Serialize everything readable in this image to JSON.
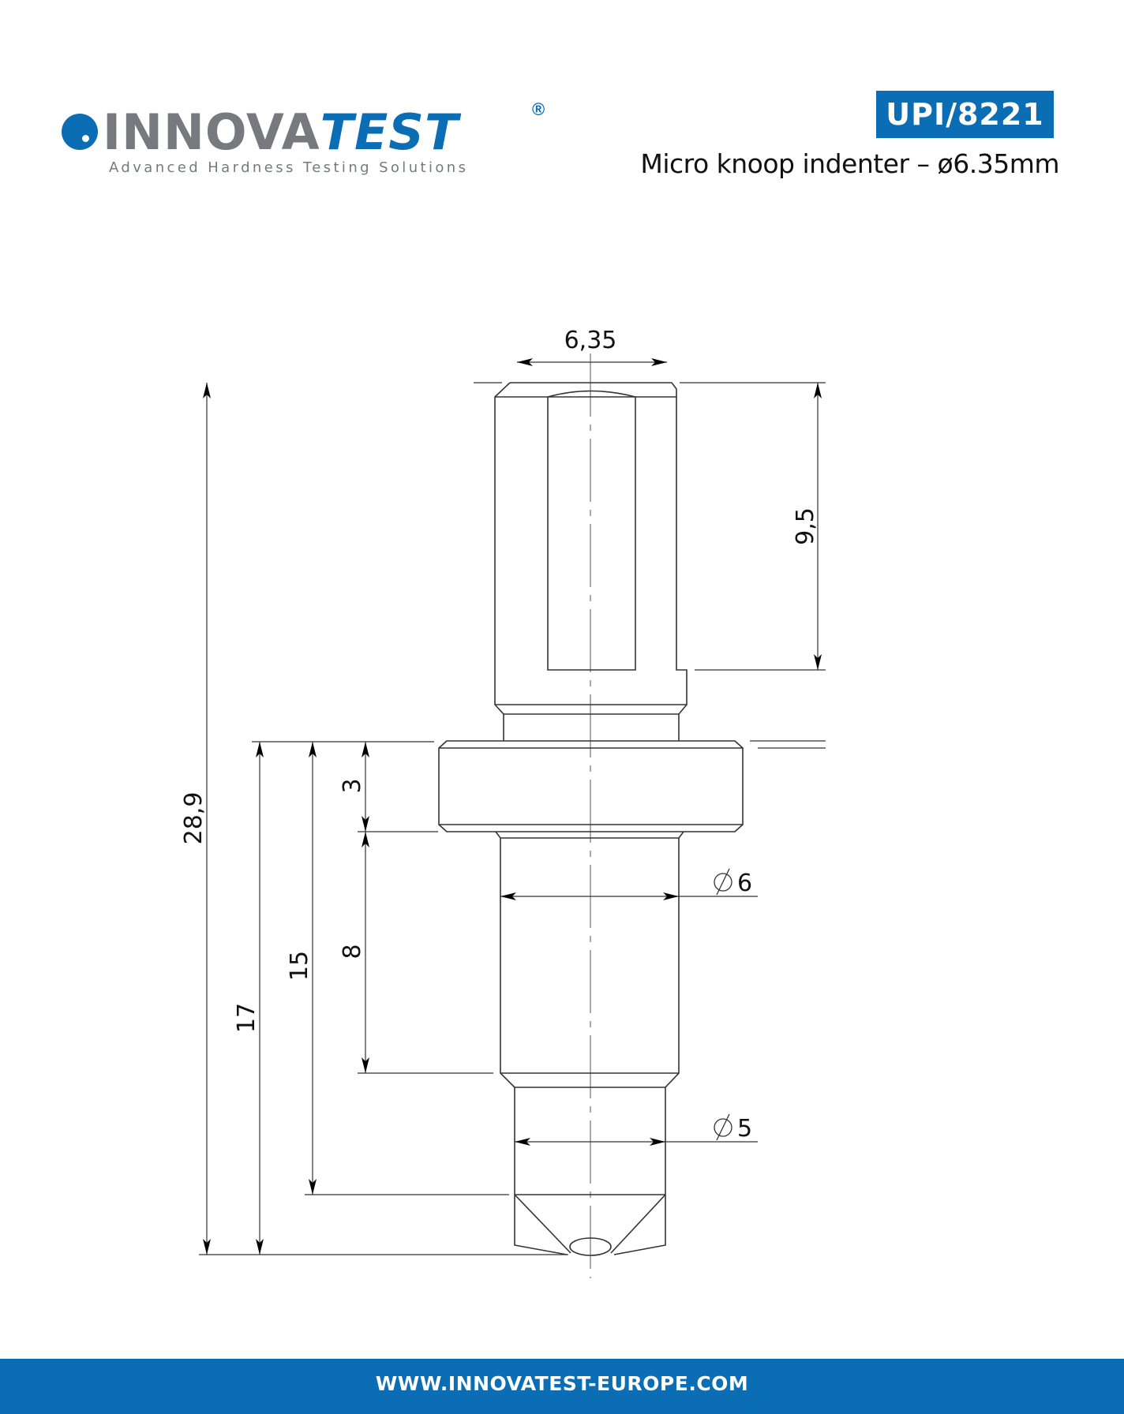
{
  "header": {
    "logo": {
      "word_gray": "INNOVA",
      "word_blue": "TEST",
      "registered": "®",
      "tagline": "Advanced Hardness Testing Solutions"
    },
    "product_code": "UPI/8221",
    "subtitle": "Micro knoop indenter – ø6.35mm"
  },
  "drawing": {
    "dimensions": {
      "top_width": "6,35",
      "upper_length": "9,5",
      "total_length": "28,9",
      "flange_height": "3",
      "shank_length": "8",
      "length_15": "15",
      "length_17": "17",
      "diameter_6": "6",
      "diameter_5": "5"
    },
    "diameter_symbol": "diameter-symbol"
  },
  "footer": {
    "url": "WWW.INNOVATEST-EUROPE.COM"
  },
  "colors": {
    "brand_blue": "#0b6db3",
    "brand_gray": "#767a7e"
  }
}
